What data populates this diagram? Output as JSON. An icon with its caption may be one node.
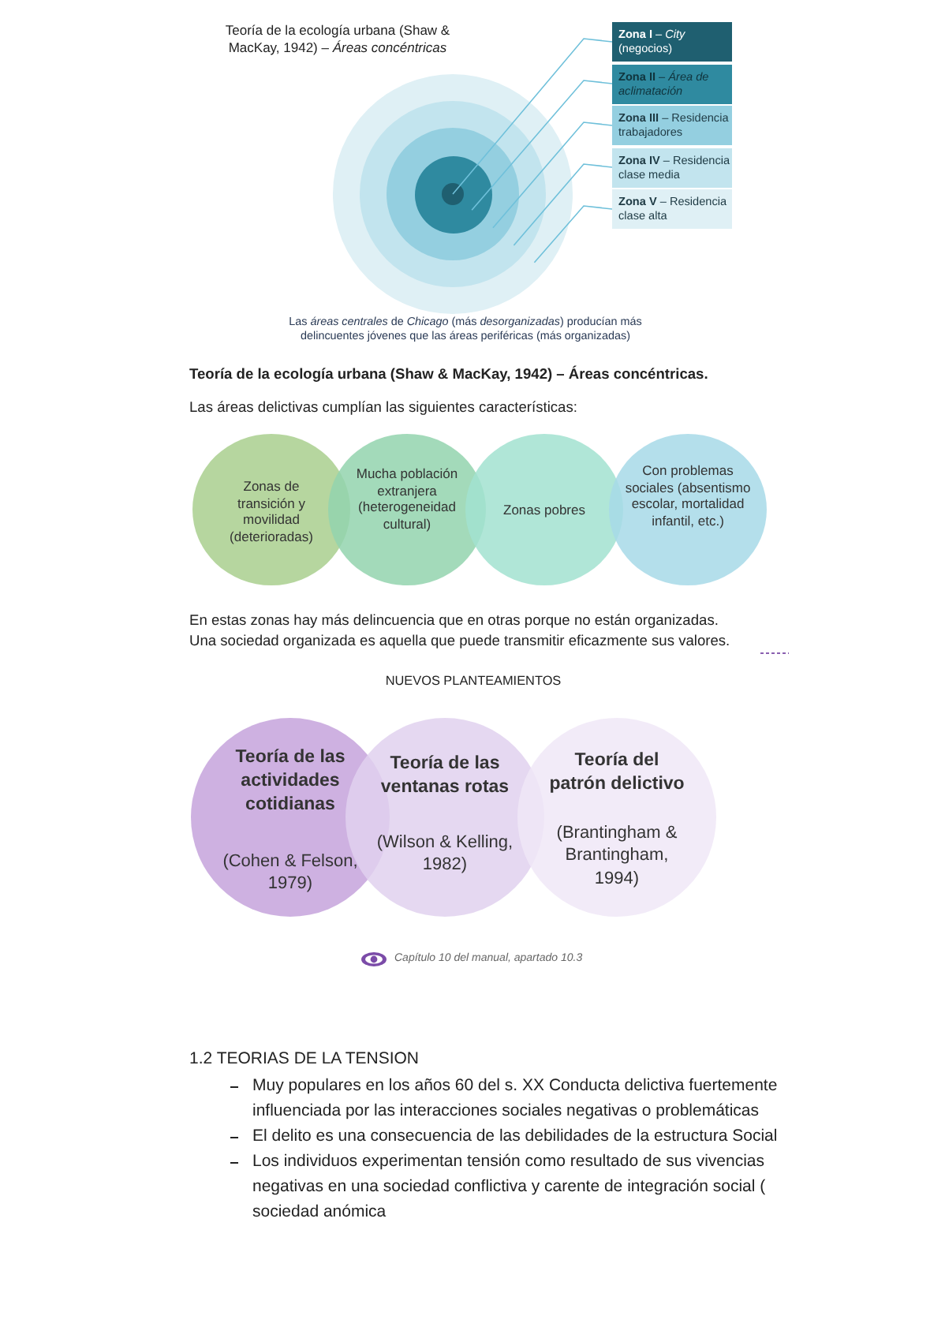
{
  "diagram": {
    "nodes": [
      {
        "text": [
          "**Zona I** – *City* (negocios)"
        ]
      },
      {
        "text": [
          "**Zona II** – *Área de aclimatación*"
        ]
      },
      {
        "text": [
          "**Zona III** – Residencia trabajadores"
        ]
      },
      {
        "text": [
          "**Zona IV** – Residencia clase media"
        ]
      },
      {
        "text": [
          "**Zona V** – Residencia clase alta"
        ]
      },
      {
        "text": [],
        "shape": "circle"
      },
      {
        "text": [],
        "shape": "circle",
        "in": 5
      },
      {
        "text": [],
        "shape": "circle",
        "in": 6
      },
      {
        "text": [],
        "shape": "circle",
        "in": 7
      },
      {
        "text": [],
        "shape": "circle",
        "in": 8
      },
      {
        "text": [
          "Zonas de transición y movilidad (deterioradas)"
        ]
      },
      {
        "text": [
          "Mucha población extranjera (heterogeneidad cultural)"
        ]
      },
      {
        "text": [
          "Zonas pobres"
        ]
      },
      {
        "text": [
          "Con problemas sociales (absentismo escolar, mortalidad infantil, etc.)"
        ]
      },
      {
        "text": [
          "Teoría de las actividades cotidianas",
          "(Cohen & Felson, 1979)"
        ]
      },
      {
        "text": [
          "Teoría de las ventanas rotas",
          "(Wilson & Kelling, 1982)"
        ]
      },
      {
        "text": [
          "Teoría del patrón delictivo",
          "(Brantingham & Brantingham, 1994)"
        ]
      }
    ],
    "edges": [
      {
        "from": 0,
        "to": 9,
        "arrow": "none"
      },
      {
        "from": 1,
        "to": 8,
        "arrow": "none"
      },
      {
        "from": 2,
        "to": 7,
        "arrow": "none"
      },
      {
        "from": 3,
        "to": 6,
        "arrow": "none"
      },
      {
        "from": 4,
        "to": 5,
        "arrow": "none"
      }
    ],
    "labels": [
      "Teoría de la ecología urbana (Shaw & MacKay, 1942) – *Áreas concéntricas*",
      "Las *áreas centrales* de *Chicago* (más *desorganizadas*) producían más delincuentes jóvenes que las áreas periféricas (más organizadas)",
      "Teoría de la ecología urbana (Shaw & MacKay, 1942) – Áreas concéntricas.",
      "Las áreas delictivas cumplían las siguientes características:",
      "En estas zonas hay más delincuencia que en otras porque no están organizadas.",
      "Una sociedad organizada es aquella que puede transmitir eficazmente sus valores.",
      "NUEVOS PLANTEAMIENTOS",
      "Capítulo 10 del manual, apartado 10.3",
      "1.2 TEORIAS DE LA TENSION",
      "Muy populares en los años 60 del s. XX Conducta delictiva fuertemente influenciada por las interacciones sociales negativas o problemáticas",
      "El delito es una consecuencia de las debilidades de la estructura Social",
      "Los individuos experimentan tensión como resultado de sus vivencias negativas en una sociedad conflictiva y carente de integración social ( sociedad anómica"
    ]
  }
}
